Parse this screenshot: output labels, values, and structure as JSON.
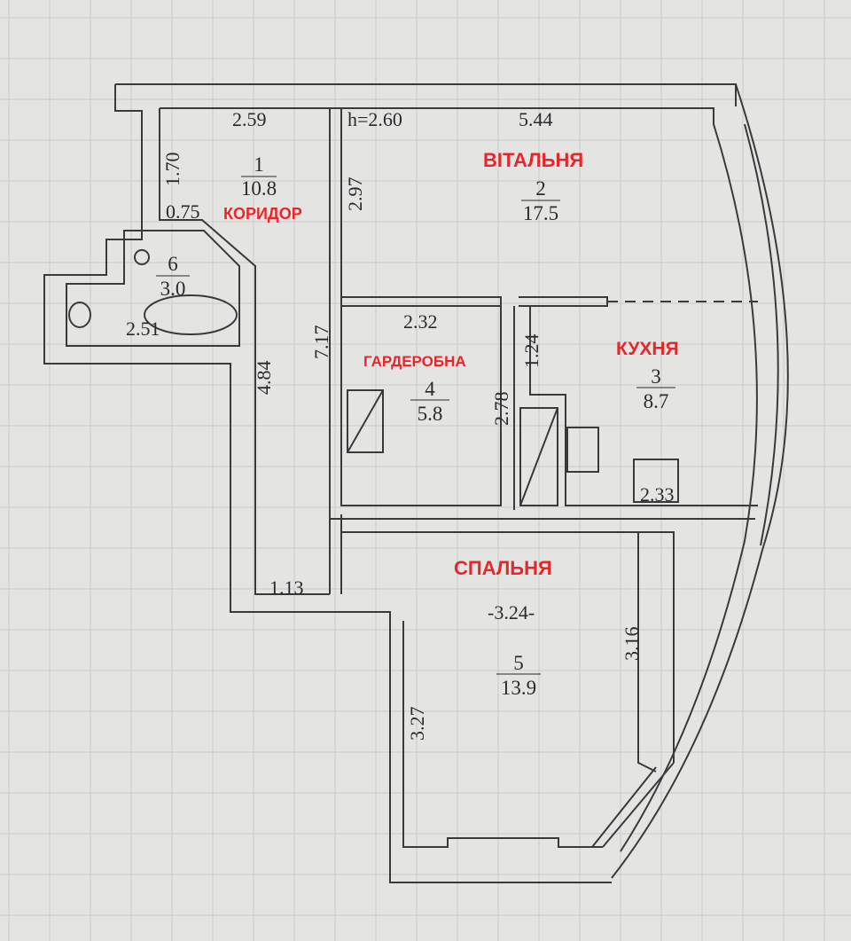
{
  "ceiling_height": "h=2.60",
  "dimensions": {
    "corridor_top": "2.59",
    "living_top": "5.44",
    "corridor_left": "1.70",
    "living_left": "2.97",
    "corridor_niche": "0.75",
    "corridor_long": "4.84",
    "hall_wall": "7.17",
    "wardrobe_top": "2.32",
    "wardrobe_right": "2.78",
    "kitchen_left": "1.24",
    "kitchen_bottom": "2.33",
    "corridor_bottom": "1.13",
    "bedroom_width": "-3.24-",
    "bedroom_right": "3.16",
    "bedroom_left": "3.27",
    "bath_width": "2.51"
  },
  "rooms": [
    {
      "name": "КОРИДОР",
      "number": "1",
      "area": "10.8"
    },
    {
      "name": "ВІТАЛЬНЯ",
      "number": "2",
      "area": "17.5"
    },
    {
      "name": "КУХНЯ",
      "number": "3",
      "area": "8.7"
    },
    {
      "name": "ГАРДЕРОБНА",
      "number": "4",
      "area": "5.8"
    },
    {
      "name": "СПАЛЬНЯ",
      "number": "5",
      "area": "13.9"
    },
    {
      "name": "",
      "number": "6",
      "area": "3.0"
    }
  ],
  "colors": {
    "label": "#e8262a",
    "wall": "#3a3a3a",
    "paper": "#e4e5e3"
  }
}
